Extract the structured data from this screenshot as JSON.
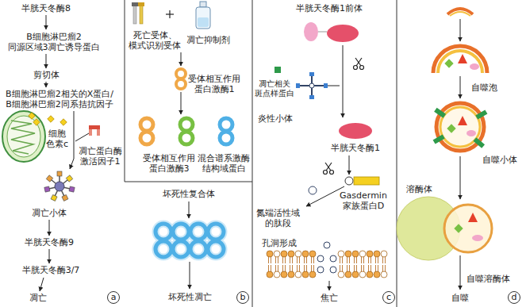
{
  "diagram": {
    "nodes": [
      {
        "text": [
          "a"
        ]
      },
      {
        "text": [
          "b"
        ]
      },
      {
        "text": [
          "c"
        ]
      },
      {
        "text": [
          "d"
        ]
      }
    ],
    "labels": [
      "半胱天冬酶8",
      "B细胞淋巴瘤2 同源区域3凋亡诱导蛋白",
      "剪切体",
      "B细胞淋巴瘤2相关的X蛋白/ B细胞淋巴瘤2同系拮抗因子",
      "细胞 色素c",
      "凋亡蛋白酶 激活因子1",
      "凋亡小体",
      "半胱天冬酶9",
      "半胱天冬酶3/7",
      "凋亡",
      "死亡受体、 模式识别受体",
      "凋亡抑制剂",
      "受体相互作用 蛋白激酶1",
      "受体相互作用 蛋白激酶3",
      "混合谱系激酶 结构域蛋白",
      "坏死性复合体",
      "坏死性凋亡",
      "半胱天冬酶1前体",
      "凋亡相关 斑点样蛋白",
      "炎性小体",
      "半胱天冬酶1",
      "Gasdermin 家族蛋白D",
      "氮端活性域 的肽段",
      "孔洞形成",
      "焦亡",
      "自噬泡",
      "自噬小体",
      "溶酶体",
      "自噬溶酶体",
      "自噬"
    ]
  }
}
